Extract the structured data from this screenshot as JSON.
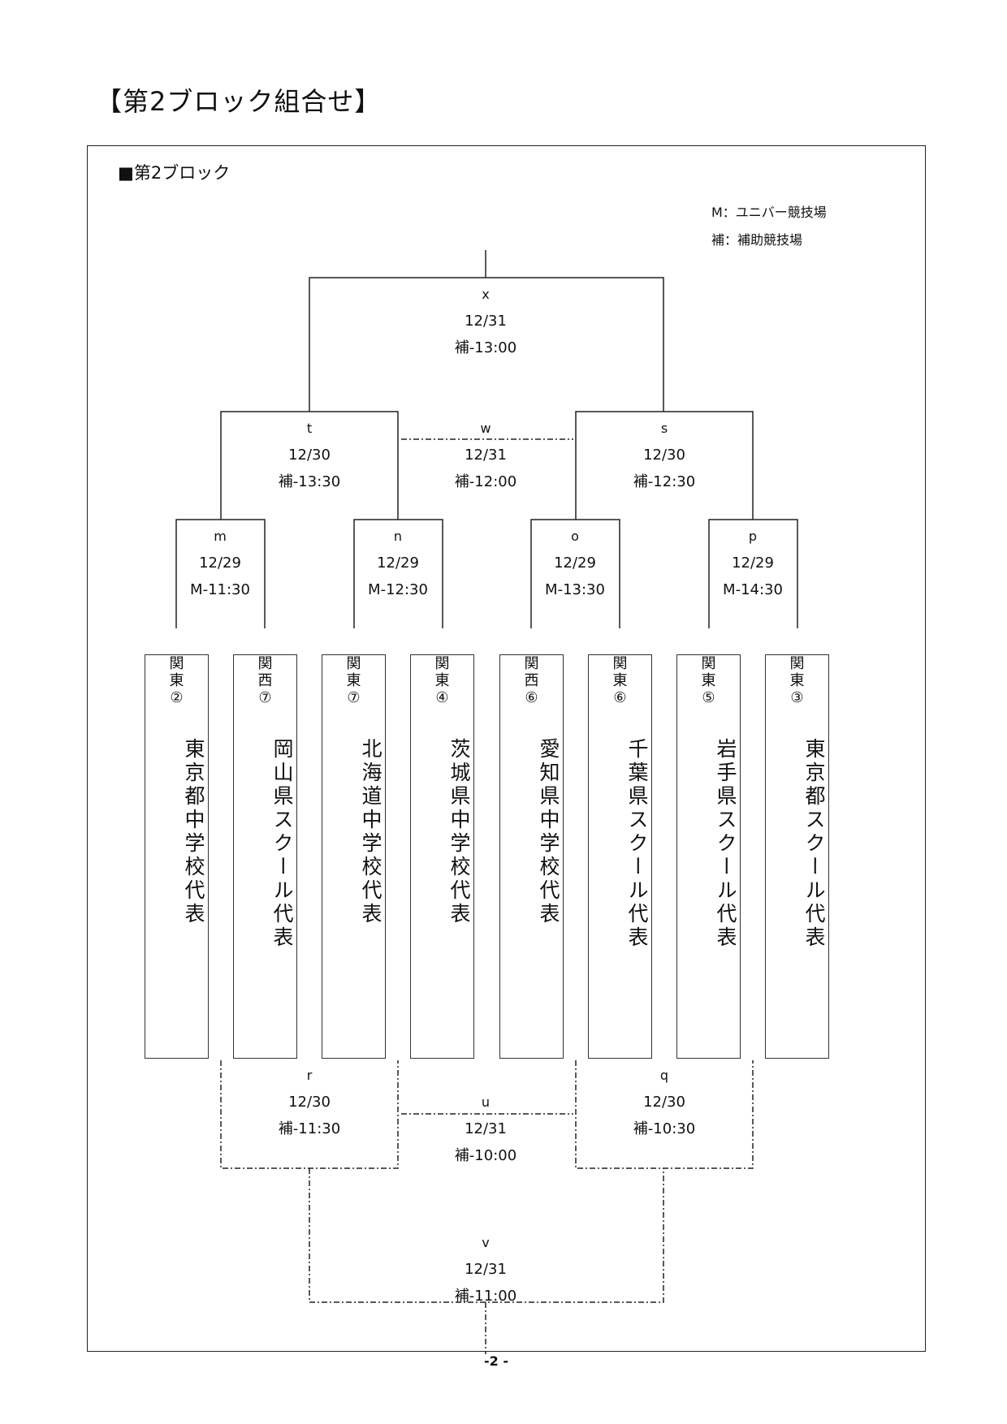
{
  "page_title": "【第2ブロック組合せ】",
  "block_label": "■第2ブロック",
  "legend": {
    "m": "M：ユニバー競技場",
    "h": "補：補助競技場"
  },
  "matches": {
    "x": {
      "code": "x",
      "date": "12/31",
      "time": "補-13:00"
    },
    "t": {
      "code": "t",
      "date": "12/30",
      "time": "補-13:30"
    },
    "w": {
      "code": "w",
      "date": "12/31",
      "time": "補-12:00"
    },
    "s": {
      "code": "s",
      "date": "12/30",
      "time": "補-12:30"
    },
    "m": {
      "code": "m",
      "date": "12/29",
      "time": "M-11:30"
    },
    "n": {
      "code": "n",
      "date": "12/29",
      "time": "M-12:30"
    },
    "o": {
      "code": "o",
      "date": "12/29",
      "time": "M-13:30"
    },
    "p": {
      "code": "p",
      "date": "12/29",
      "time": "M-14:30"
    },
    "r": {
      "code": "r",
      "date": "12/30",
      "time": "補-11:30"
    },
    "u": {
      "code": "u",
      "date": "12/31",
      "time": "補-10:00"
    },
    "q": {
      "code": "q",
      "date": "12/30",
      "time": "補-10:30"
    },
    "v": {
      "code": "v",
      "date": "12/31",
      "time": "補-11:00"
    }
  },
  "teams": [
    {
      "seed": "関東②",
      "name": "東京都中学校代表"
    },
    {
      "seed": "関西⑦",
      "name": "岡山県スクール代表"
    },
    {
      "seed": "関東⑦",
      "name": "北海道中学校代表"
    },
    {
      "seed": "関東④",
      "name": "茨城県中学校代表"
    },
    {
      "seed": "関西⑥",
      "name": "愛知県中学校代表"
    },
    {
      "seed": "関東⑥",
      "name": "千葉県スクール代表"
    },
    {
      "seed": "関東⑤",
      "name": "岩手県スクール代表"
    },
    {
      "seed": "関東③",
      "name": "東京都スクール代表"
    }
  ],
  "page_number": "-2 -"
}
